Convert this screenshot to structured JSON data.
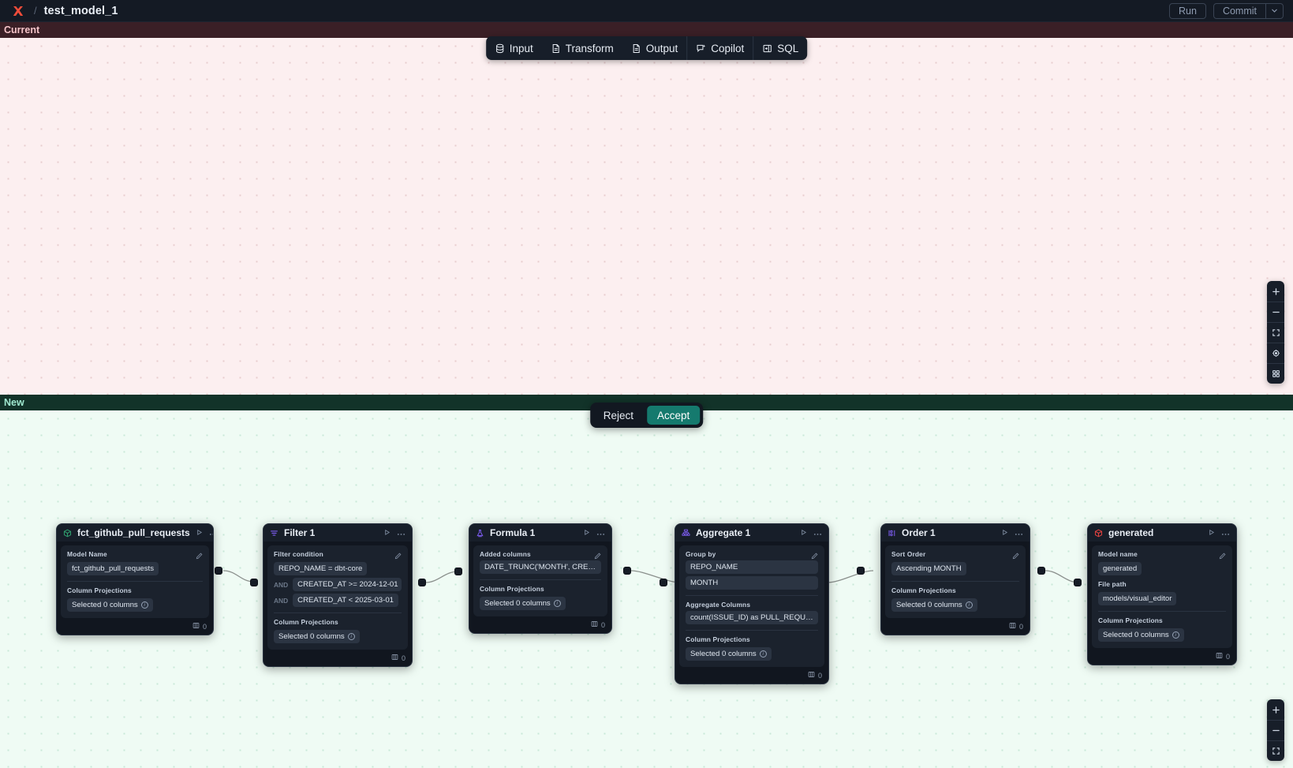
{
  "topbar": {
    "logo_icon": "app-logo-x-icon",
    "separator": "/",
    "title": "test_model_1",
    "run_label": "Run",
    "commit_label": "Commit",
    "commit_caret_icon": "chevron-down-icon"
  },
  "panes": {
    "current_label": "Current",
    "new_label": "New"
  },
  "tooltabs": [
    {
      "label": "Input",
      "icon": "database-icon"
    },
    {
      "label": "Transform",
      "icon": "document-icon"
    },
    {
      "label": "Output",
      "icon": "document-icon"
    },
    {
      "label": "Copilot",
      "icon": "sparkle-chat-icon"
    },
    {
      "label": "SQL",
      "icon": "panel-right-icon"
    }
  ],
  "decision": {
    "reject_label": "Reject",
    "accept_label": "Accept",
    "accept_color": "#157a6e"
  },
  "zoom_controls_top": [
    {
      "icon": "plus-icon",
      "glyph": "+"
    },
    {
      "icon": "minus-icon",
      "glyph": "−"
    },
    {
      "icon": "fit-view-icon",
      "glyph": ""
    },
    {
      "icon": "center-target-icon",
      "glyph": ""
    },
    {
      "icon": "grid-layout-icon",
      "glyph": ""
    }
  ],
  "zoom_controls_bottom": [
    {
      "icon": "plus-icon",
      "glyph": "+"
    },
    {
      "icon": "minus-icon",
      "glyph": "−"
    },
    {
      "icon": "fit-view-icon",
      "glyph": ""
    }
  ],
  "nodes": [
    {
      "id": "source",
      "icon": "cube-model-icon",
      "icon_color": "#2f9e6e",
      "title": "fct_github_pull_requests",
      "run_icon": "play-icon",
      "menu_icon": "more-horizontal-icon",
      "edit_icon": "pencil-icon",
      "sections": [
        {
          "label": "Model Name",
          "chips": [
            "fct_github_pull_requests"
          ],
          "editable": true
        },
        {
          "label": "Column Projections",
          "chips": [
            "Selected 0 columns"
          ],
          "info": true
        }
      ],
      "footer": {
        "icon": "columns-icon",
        "count": "0"
      }
    },
    {
      "id": "filter",
      "icon": "filter-icon",
      "icon_color": "#7c5cf0",
      "title": "Filter 1",
      "run_icon": "play-icon",
      "menu_icon": "more-horizontal-icon",
      "edit_icon": "pencil-icon",
      "sections": [
        {
          "label": "Filter condition",
          "editable": true,
          "conditions": [
            {
              "op": "",
              "text": "REPO_NAME = dbt-core"
            },
            {
              "op": "AND",
              "text": "CREATED_AT >= 2024-12-01"
            },
            {
              "op": "AND",
              "text": "CREATED_AT < 2025-03-01"
            }
          ]
        },
        {
          "label": "Column Projections",
          "chips": [
            "Selected 0 columns"
          ],
          "info": true
        }
      ],
      "footer": {
        "icon": "columns-icon",
        "count": "0"
      }
    },
    {
      "id": "formula",
      "icon": "formula-flask-icon",
      "icon_color": "#7c5cf0",
      "title": "Formula 1",
      "run_icon": "play-icon",
      "menu_icon": "more-horizontal-icon",
      "edit_icon": "pencil-icon",
      "sections": [
        {
          "label": "Added columns",
          "chips": [
            "DATE_TRUNC('MONTH', CREATED_AT..."
          ],
          "editable": true
        },
        {
          "label": "Column Projections",
          "chips": [
            "Selected 0 columns"
          ],
          "info": true
        }
      ],
      "footer": {
        "icon": "columns-icon",
        "count": "0"
      }
    },
    {
      "id": "aggregate",
      "icon": "aggregate-icon",
      "icon_color": "#7c5cf0",
      "title": "Aggregate 1",
      "run_icon": "play-icon",
      "menu_icon": "more-horizontal-icon",
      "edit_icon": "pencil-icon",
      "sections": [
        {
          "label": "Group by",
          "chips": [
            "REPO_NAME",
            "MONTH"
          ],
          "editable": true
        },
        {
          "label": "Aggregate Columns",
          "chips": [
            "count(ISSUE_ID) as PULL_REQUEST_..."
          ]
        },
        {
          "label": "Column Projections",
          "chips": [
            "Selected 0 columns"
          ],
          "info": true
        }
      ],
      "footer": {
        "icon": "columns-icon",
        "count": "0"
      }
    },
    {
      "id": "order",
      "icon": "sort-order-icon",
      "icon_color": "#7c5cf0",
      "title": "Order 1",
      "run_icon": "play-icon",
      "menu_icon": "more-horizontal-icon",
      "edit_icon": "pencil-icon",
      "sections": [
        {
          "label": "Sort Order",
          "chips": [
            "Ascending MONTH"
          ],
          "editable": true
        },
        {
          "label": "Column Projections",
          "chips": [
            "Selected 0 columns"
          ],
          "info": true
        }
      ],
      "footer": {
        "icon": "columns-icon",
        "count": "0"
      }
    },
    {
      "id": "generated",
      "icon": "cube-model-icon",
      "icon_color": "#e3423f",
      "title": "generated",
      "run_icon": "play-icon",
      "menu_icon": "more-horizontal-icon",
      "edit_icon": "pencil-icon",
      "sections": [
        {
          "label": "Model name",
          "chips": [
            "generated"
          ],
          "editable": true
        },
        {
          "label": "File path",
          "chips": [
            "models/visual_editor"
          ]
        },
        {
          "label": "Column Projections",
          "chips": [
            "Selected 0 columns"
          ],
          "info": true
        }
      ],
      "footer": {
        "icon": "columns-icon",
        "count": "0"
      }
    }
  ]
}
